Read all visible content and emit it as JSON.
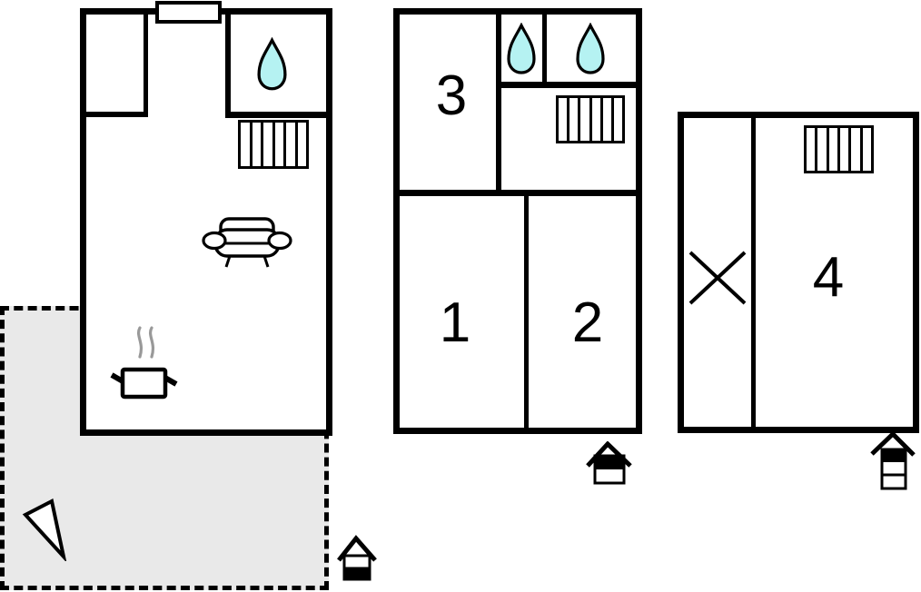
{
  "colors": {
    "wall": "#000000",
    "paper": "#ffffff",
    "water": "#b5f2f2",
    "terrace": "#e9e9e9",
    "steam": "#999999"
  },
  "rooms": {
    "r1": "1",
    "r2": "2",
    "r3": "3",
    "r4": "4"
  },
  "units": {
    "left": {
      "icons": [
        "chimney",
        "water-drop",
        "radiator",
        "sofa",
        "cooking-pot"
      ],
      "outdoor": [
        "terrace",
        "direction-triangle"
      ],
      "level_indicator": "ground-floor-of-two"
    },
    "middle": {
      "room_labels": [
        "3",
        "1",
        "2"
      ],
      "icons": [
        "water-drop",
        "water-drop",
        "radiator"
      ],
      "level_indicator": "upper-floor-of-two"
    },
    "right": {
      "room_labels": [
        "4"
      ],
      "icons": [
        "stair-cross",
        "radiator"
      ],
      "level_indicator": "top-floor-of-three"
    }
  }
}
